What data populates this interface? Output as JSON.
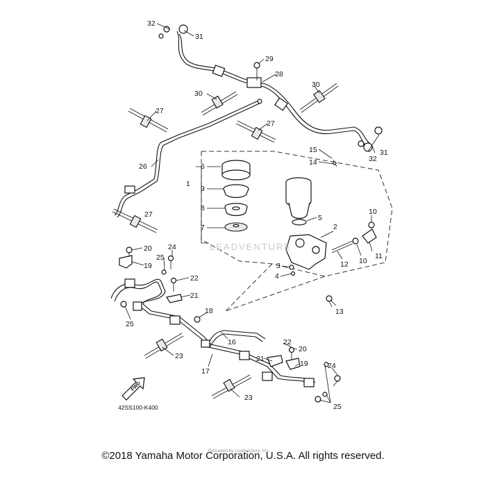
{
  "diagram": {
    "part_code": "42SS100-K400",
    "watermark": "LEADVENTURE",
    "reprint_note": "Reloaded by Leadventure, Inc.",
    "fwd_label": "FWD",
    "callouts": {
      "c1": "1",
      "c2": "2",
      "c3": "3",
      "c4": "4",
      "c5": "5",
      "c6": "6",
      "c7": "7",
      "c8": "8",
      "c9": "9",
      "c10a": "10",
      "c10b": "10",
      "c11": "11",
      "c12": "12",
      "c13": "13",
      "c14": "14",
      "c15": "15",
      "c16": "16",
      "c17": "17",
      "c18": "18",
      "c19a": "19",
      "c19b": "19",
      "c20a": "20",
      "c20b": "20",
      "c21a": "21",
      "c21b": "21",
      "c22a": "22",
      "c22b": "22",
      "c23a": "23",
      "c23b": "23",
      "c24a": "24",
      "c24b": "24",
      "c25a": "25",
      "c25b": "25",
      "c25c": "25",
      "c26": "26",
      "c27a": "27",
      "c27b": "27",
      "c27c": "27",
      "c28": "28",
      "c29": "29",
      "c30a": "30",
      "c30b": "30",
      "c31a": "31",
      "c31b": "31",
      "c32a": "32",
      "c32b": "32"
    }
  },
  "footer": {
    "copyright": "©2018 Yamaha Motor Corporation, U.S.A. All rights reserved."
  }
}
